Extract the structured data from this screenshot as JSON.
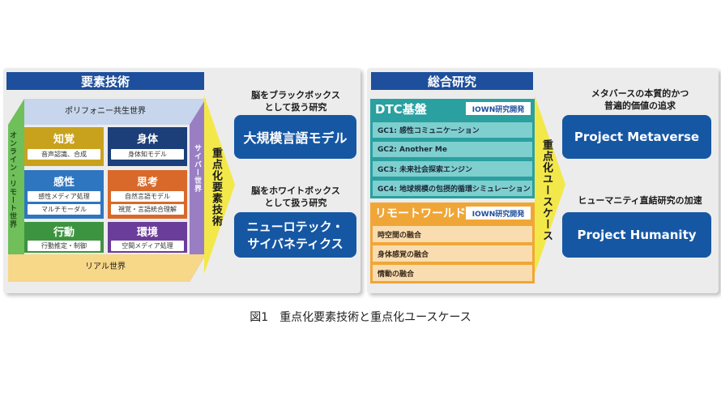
{
  "left": {
    "header": "要素技術",
    "top_face": "ポリフォニー共生世界",
    "bottom_face": "リアル世界",
    "left_side": "オンライン・リモート世界",
    "right_side": "サイバー世界",
    "cells": [
      {
        "title": "知覚",
        "items": [
          "音声認識、合成"
        ],
        "color": "#c9a21d"
      },
      {
        "title": "身体",
        "items": [
          "身体知モデル"
        ],
        "color": "#1c3f7a"
      },
      {
        "title": "感性",
        "items": [
          "感性メディア処理",
          "マルチモーダル"
        ],
        "color": "#2f76c0"
      },
      {
        "title": "思考",
        "items": [
          "自然言語モデル",
          "視覚・言語統合理解"
        ],
        "color": "#d9692a"
      },
      {
        "title": "行動",
        "items": [
          "行動推定・制御"
        ],
        "color": "#3d9440"
      },
      {
        "title": "環境",
        "items": [
          "空間メディア処理"
        ],
        "color": "#6b3d9a"
      }
    ],
    "arrow_text": "重点化要素技術",
    "right_blocks": [
      {
        "caption": [
          "脳をブラックボックス",
          "として扱う研究"
        ],
        "label": [
          "大規模言語モデル"
        ]
      },
      {
        "caption": [
          "脳をホワイトボックス",
          "として扱う研究"
        ],
        "label": [
          "ニューロテック・",
          "サイバネティクス"
        ]
      }
    ]
  },
  "right": {
    "header": "総合研究",
    "dtc": {
      "title": "DTC基盤",
      "badge": "IOWN研究開発"
    },
    "gc_items": [
      "GC1: 感性コミュニケーション",
      "GC2: Another Me",
      "GC3: 未来社会探索エンジン",
      "GC4: 地球規模の包摂的循環シミュレーション"
    ],
    "remote": {
      "title": "リモートワールド",
      "badge": "IOWN研究開発"
    },
    "remote_items": [
      "時空間の融合",
      "身体感覚の融合",
      "情動の融合"
    ],
    "arrow_text": "重点化ユースケース",
    "projects": [
      {
        "caption": [
          "メタバースの本質的かつ",
          "普遍的価値の追求"
        ],
        "label": "Project Metaverse"
      },
      {
        "caption": [
          "ヒューマニティ直結研究の加速"
        ],
        "label": "Project Humanity"
      }
    ]
  },
  "figure_caption": "図1　重点化要素技術と重点化ユースケース"
}
